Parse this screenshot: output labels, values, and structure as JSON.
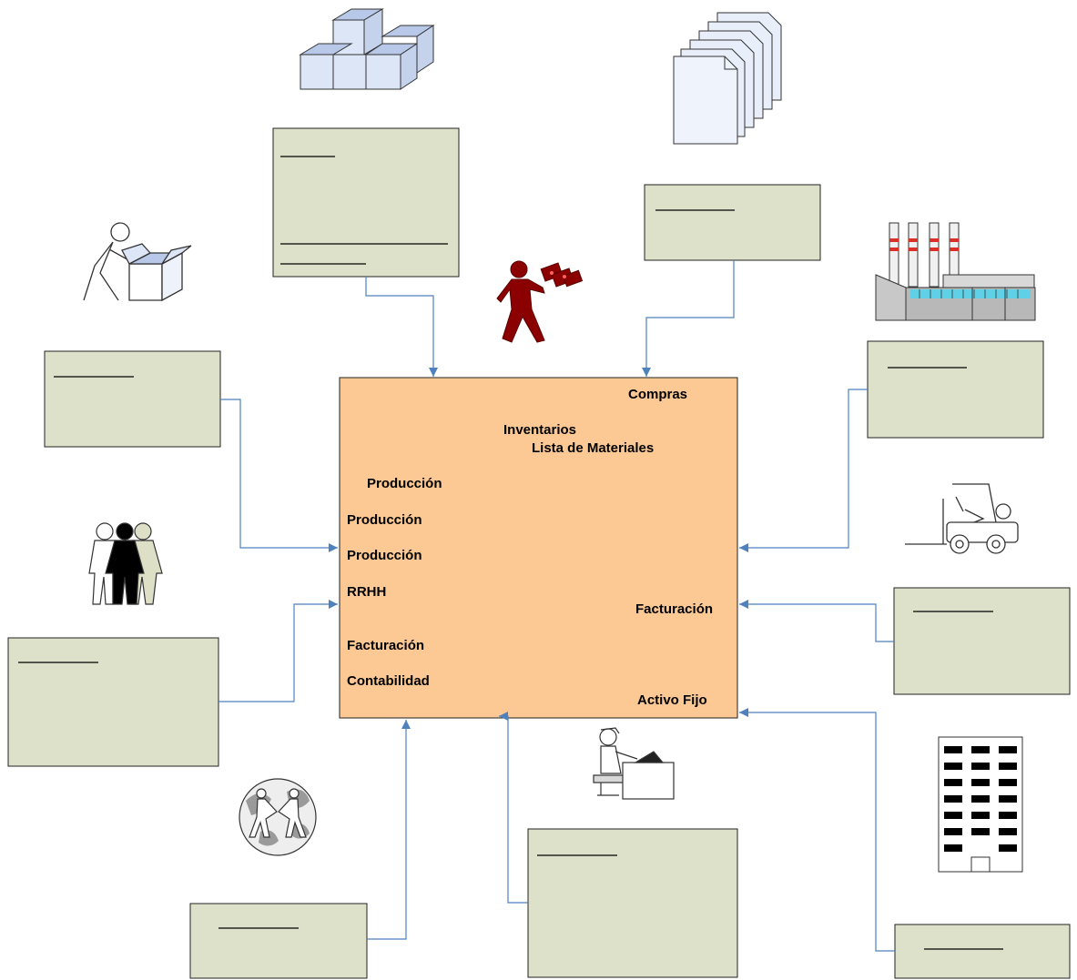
{
  "central_box": {
    "fill": "#fcc994",
    "labels": {
      "compras": "Compras",
      "inventarios": "Inventarios",
      "lista_materiales": "Lista de Materiales",
      "produccion_1": "Producción",
      "produccion_2": "Producción",
      "produccion_3": "Producción",
      "rrhh": "RRHH",
      "facturacion_left": "Facturación",
      "facturacion_right": "Facturación",
      "contabilidad": "Contabilidad",
      "activo_fijo": "Activo Fijo"
    }
  },
  "colors": {
    "side_box_fill": "#dee1c9",
    "connector": "#4f81bd",
    "clipart_blue": "#dde6f6",
    "clipart_shade": "#b8c8e8",
    "person_red": "#8b0000",
    "stripe_red": "#d9302a",
    "window_cyan": "#5fd0e6"
  },
  "icons": [
    "boxes-stack-icon",
    "documents-stack-icon",
    "person-with-box-icon",
    "person-with-money-icon",
    "factory-icon",
    "group-of-people-icon",
    "forklift-icon",
    "office-worker-icon",
    "globe-handshake-icon",
    "office-building-icon"
  ]
}
